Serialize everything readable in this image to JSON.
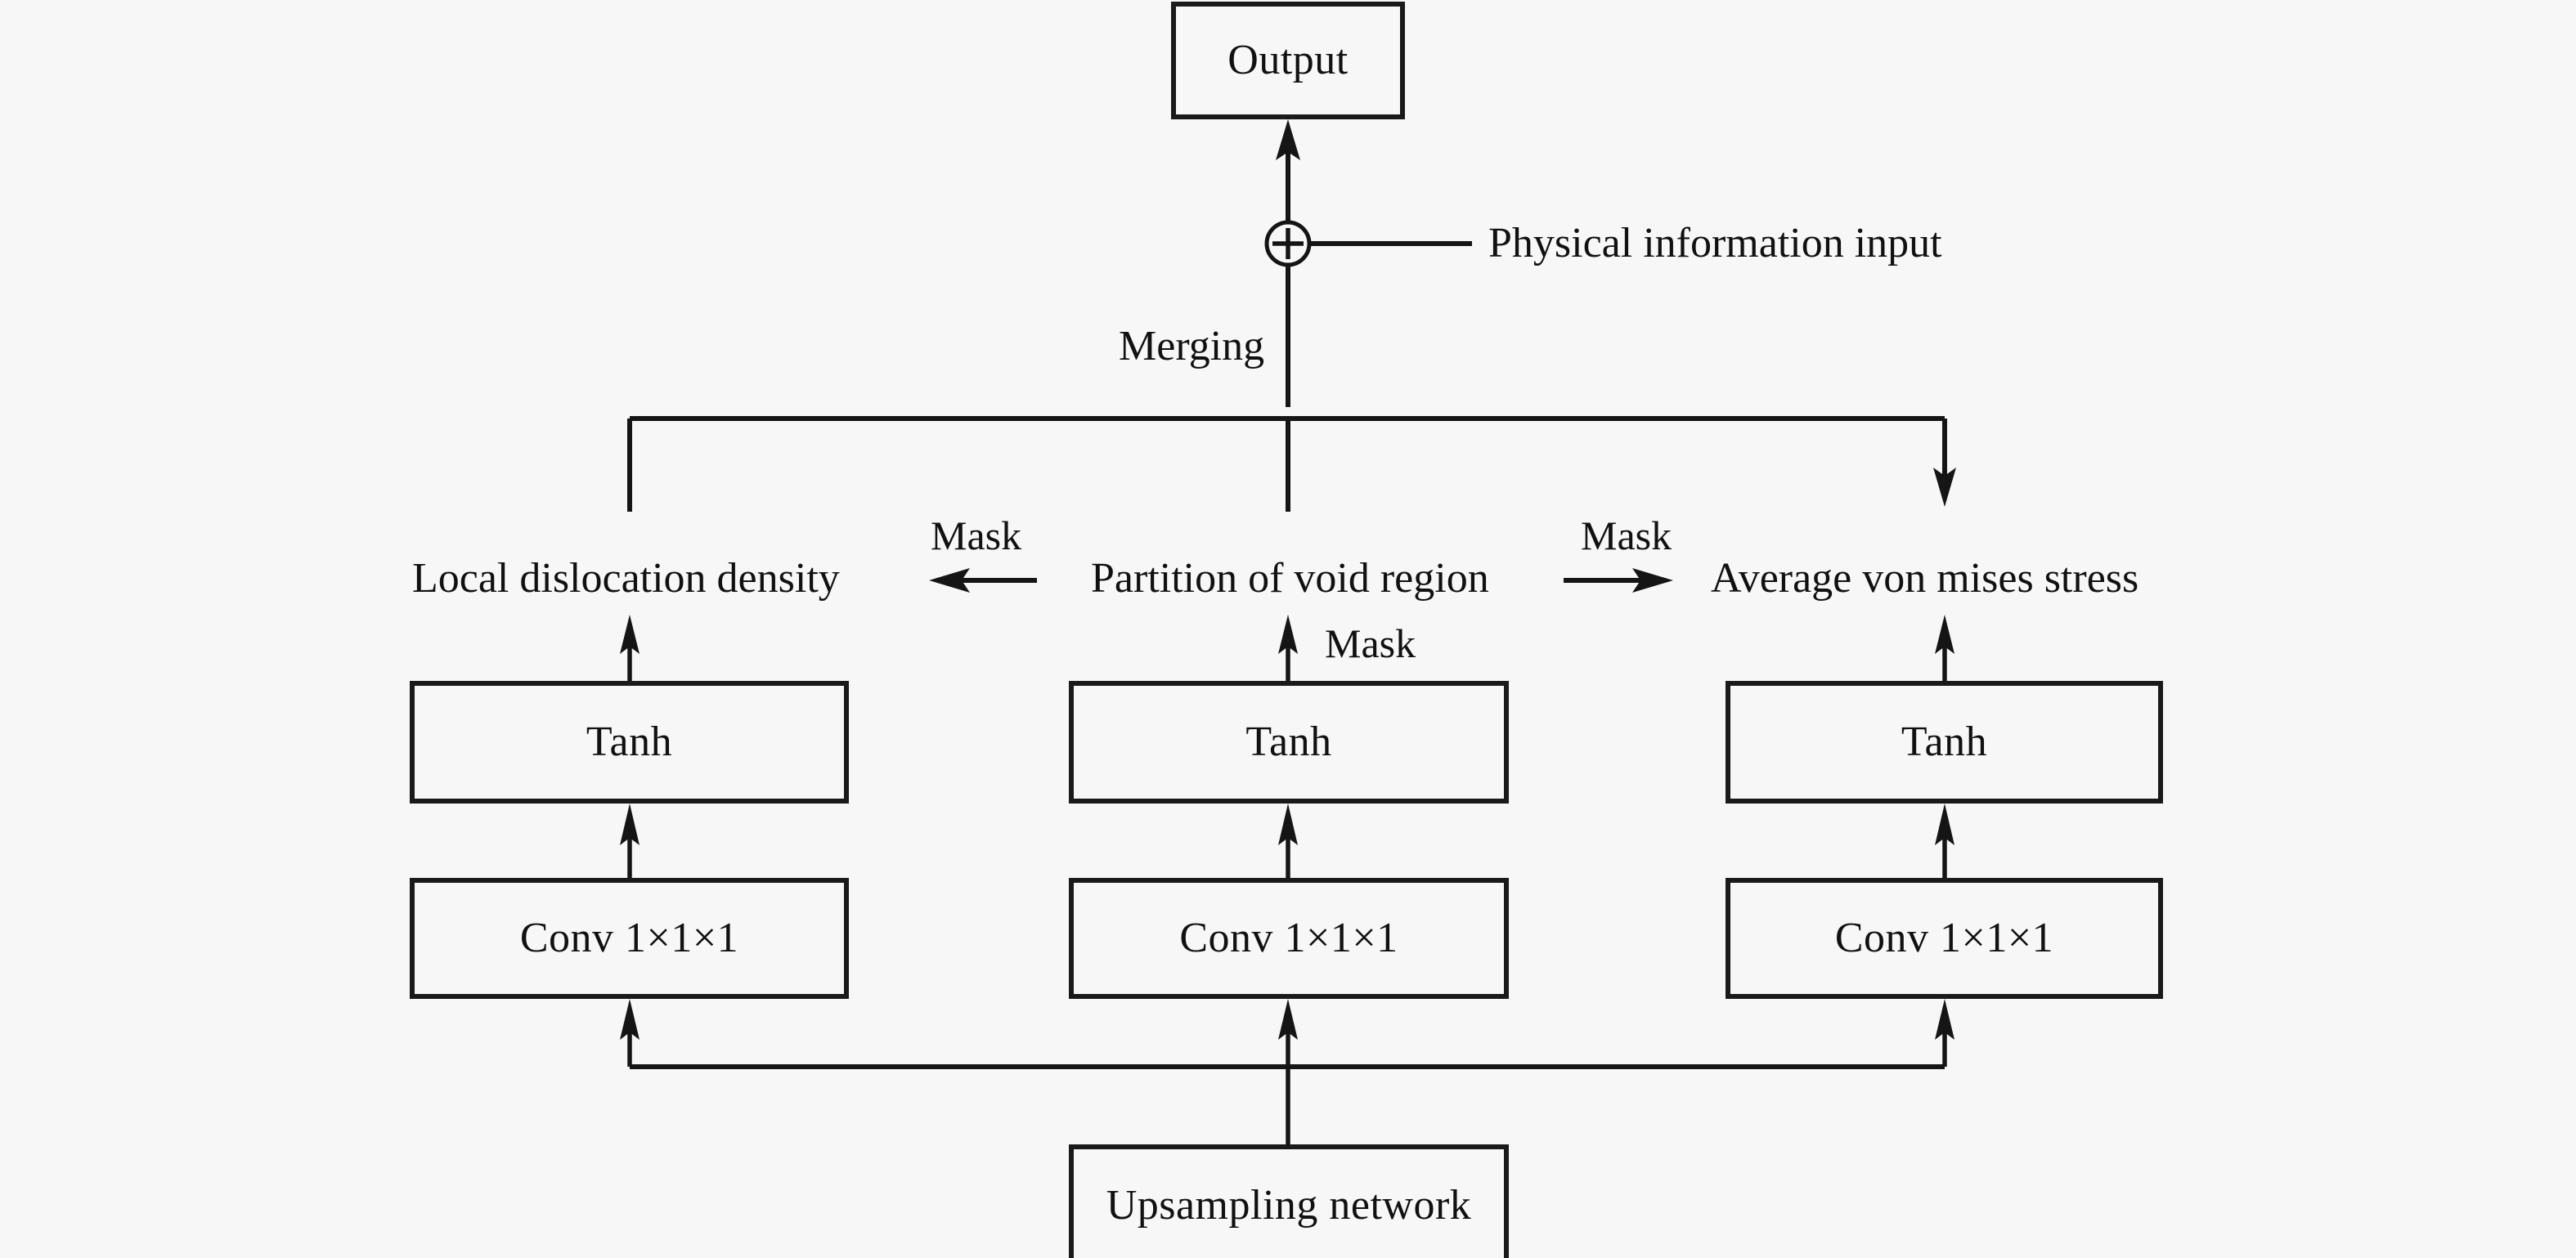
{
  "diagram": {
    "title_boxes": {
      "output": "Output",
      "upsampling": "Upsampling network"
    },
    "merge_node": {
      "symbol": "+",
      "side_label": "Physical information input",
      "below_label": "Merging"
    },
    "branch_labels": {
      "left": "Local dislocation density",
      "center": "Partition of void region",
      "right": "Average von mises stress"
    },
    "mask_labels": {
      "left_arrow": "Mask",
      "right_arrow": "Mask",
      "center_up": "Mask"
    },
    "columns": [
      {
        "name": "left",
        "activation": "Tanh",
        "conv": "Conv 1×1×1"
      },
      {
        "name": "center",
        "activation": "Tanh",
        "conv": "Conv 1×1×1"
      },
      {
        "name": "right",
        "activation": "Tanh",
        "conv": "Conv 1×1×1"
      }
    ],
    "colors": {
      "background": "#f7f7f7",
      "stroke": "#151515",
      "text": "#111111"
    }
  }
}
